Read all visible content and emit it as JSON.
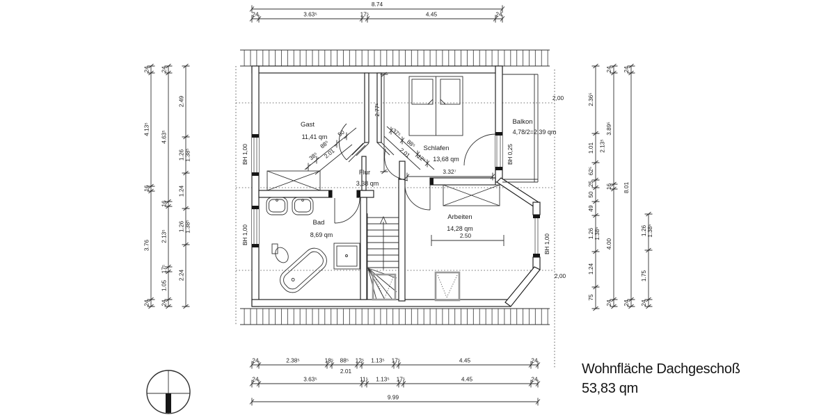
{
  "title": {
    "line1": "Wohnfläche Dachgeschoß",
    "line2": "53,83 qm"
  },
  "rooms": {
    "gast": {
      "name": "Gast",
      "area": "11,41 qm"
    },
    "schlafen": {
      "name": "Schlafen",
      "area": "13,68 qm"
    },
    "flur": {
      "name": "Flur",
      "area": "3,38 qm"
    },
    "bad": {
      "name": "Bad",
      "area": "8,69 qm"
    },
    "arbeiten": {
      "name": "Arbeiten",
      "area": "14,28 qm"
    },
    "balkon": {
      "name": "Balkon",
      "area": "4,78/2=2,39 qm"
    }
  },
  "annotations": {
    "bh100_left_top": "BH 1,00",
    "bh100_left_bottom": "BH 1,00",
    "bh100_right": "BH 1,00",
    "bh025_balkon": "BH 0,25",
    "h200_top": "2,00",
    "h200_bottom": "2,00"
  },
  "dims_top": {
    "overall": "8.74",
    "chain": [
      "24",
      "3.63⁵",
      "17⁵",
      "4.45",
      "24"
    ]
  },
  "dims_bottom": {
    "row1": [
      "24",
      "2.38⁵",
      "18⁵",
      "88⁵",
      "12⁵",
      "1.13⁵",
      "17⁵",
      "4.45",
      "24"
    ],
    "row1_sub": "2.01",
    "row2": [
      "24",
      "3.63⁵",
      "11⁵",
      "1.13⁵",
      "17⁵",
      "4.45",
      "24"
    ],
    "overall": "9.99"
  },
  "dims_left": {
    "chain1": [
      "24",
      "4.13⁵",
      "16",
      "3.76",
      "24"
    ],
    "chain2": [
      "24",
      "4.63⁵",
      "16",
      "2.13⁵",
      "17⁵",
      "1.05",
      "24"
    ],
    "chain3": [
      "2.49",
      "1.26",
      "1.38⁵",
      "1.24",
      "1.26",
      "1.38⁵",
      "2.24"
    ]
  },
  "dims_right": {
    "chain1": [
      "2.36⁵",
      "1.01",
      "62⁵",
      "25",
      "50",
      "49",
      "1.26",
      "1.38⁵",
      "1.24",
      "75"
    ],
    "chain2": [
      "24",
      "3.89⁵",
      "2.13⁵",
      "16",
      "4.00",
      "24"
    ],
    "chain3": [
      "24",
      "8.01",
      "24"
    ],
    "chain4": [
      "1.26",
      "1.38⁵",
      "1.75",
      "24"
    ]
  },
  "dims_inner": {
    "arbeiten_width": "2.50",
    "schlafen_width": "3.32⁷",
    "schlafen_height": "2.77⁵"
  },
  "diag_left": {
    "d1": "38⁵",
    "d2": "88⁵",
    "d3": "50",
    "total": "2.01"
  },
  "diag_right": {
    "d1": "37⁵",
    "d2": "88⁵",
    "d3": "12⁵",
    "total": "2.01"
  }
}
